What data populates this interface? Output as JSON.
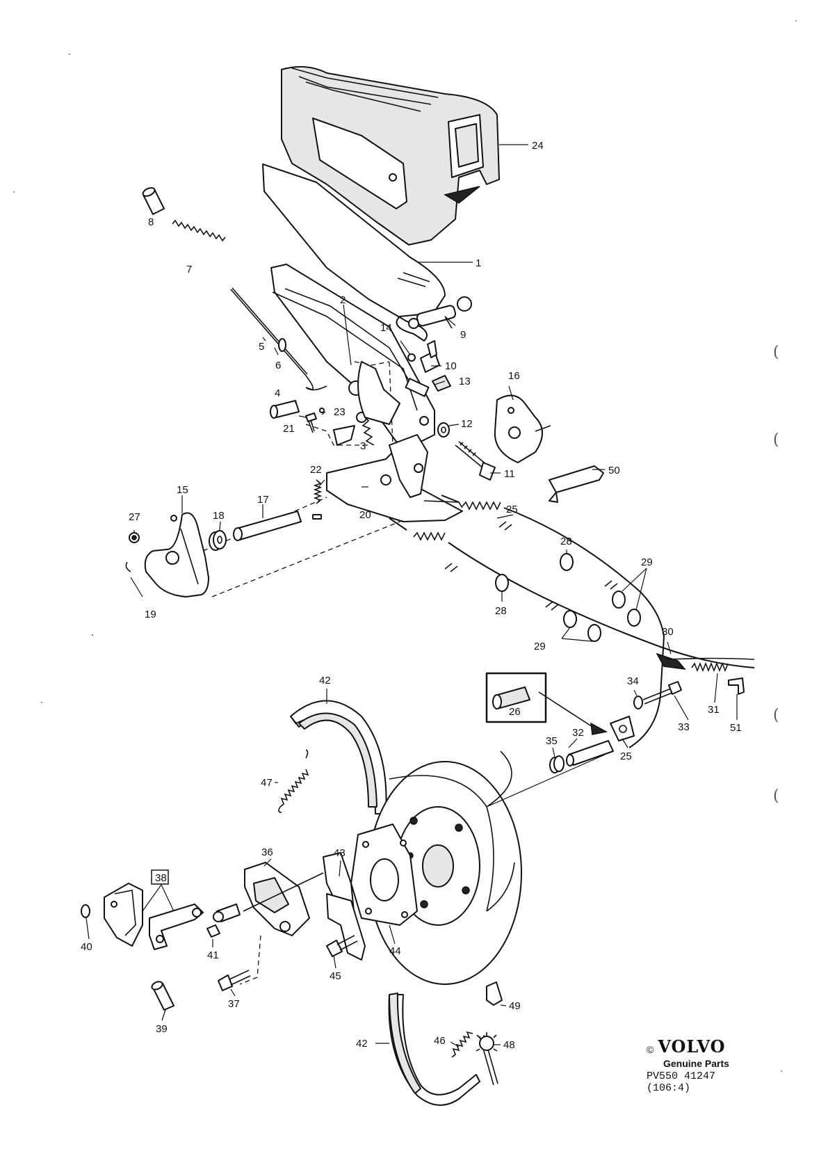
{
  "labels": {
    "p1": "1",
    "p2": "2",
    "p3": "3",
    "p4": "4",
    "p5": "5",
    "p6": "6",
    "p7": "7",
    "p8": "8",
    "p9": "9",
    "p10": "10",
    "p11": "11",
    "p12": "12",
    "p13": "13",
    "p14": "14",
    "p15": "15",
    "p16": "16",
    "p17": "17",
    "p18": "18",
    "p19": "19",
    "p20": "20",
    "p21": "21",
    "p22": "22",
    "p23": "23",
    "p24": "24",
    "p25a": "25",
    "p25b": "25",
    "p26": "26",
    "p27": "27",
    "p28a": "28",
    "p28b": "28",
    "p29a": "29",
    "p29b": "29",
    "p30": "30",
    "p31": "31",
    "p32": "32",
    "p33": "33",
    "p34": "34",
    "p35": "35",
    "p36": "36",
    "p37": "37",
    "p38": "38",
    "p39": "39",
    "p40": "40",
    "p41": "41",
    "p42a": "42",
    "p42b": "42",
    "p43": "43",
    "p44": "44",
    "p45": "45",
    "p46": "46",
    "p47": "47",
    "p48": "48",
    "p49": "49",
    "p50": "50",
    "p51": "51"
  },
  "brand": {
    "copyright": "©",
    "logo": "VOLVO",
    "subtitle": "Genuine Parts",
    "reference": "PV550 41247",
    "code": "(106:4)"
  },
  "margin_marks": [
    "(",
    "(",
    "(",
    "("
  ],
  "icons": {
    "logo": "volvo-wordmark",
    "boxed_part": "rectangle-frame"
  }
}
